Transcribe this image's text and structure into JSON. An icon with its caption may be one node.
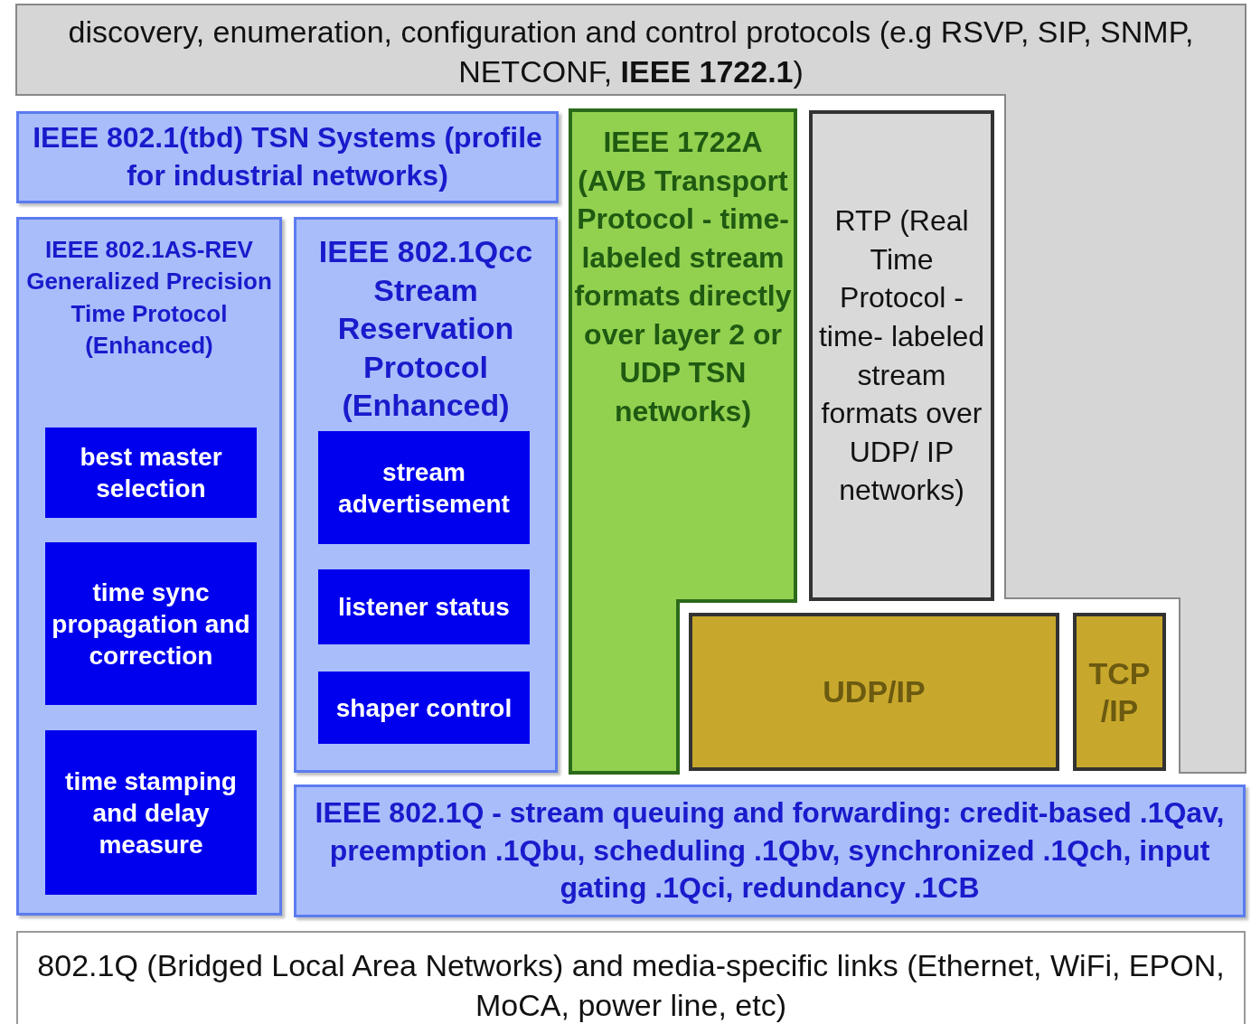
{
  "diagram": {
    "nodes": [
      {
        "text": [
          "discovery, enumeration, configuration and control protocols (e.g RSVP, SIP, SNMP, NETCONF, **IEEE 1722.1**)"
        ]
      },
      {
        "text": [
          "IEEE 802.1(tbd) TSN Systems (profile for industrial networks)"
        ]
      },
      {
        "text": [
          "IEEE 802.1AS-REV Generalized Precision Time Protocol (Enhanced)"
        ]
      },
      {
        "text": [
          "best master selection"
        ],
        "in": 2
      },
      {
        "text": [
          "time sync propagation and correction"
        ],
        "in": 2
      },
      {
        "text": [
          "time stamping and delay measure"
        ],
        "in": 2
      },
      {
        "text": [
          "IEEE 802.1Qcc Stream Reservation Protocol (Enhanced)"
        ]
      },
      {
        "text": [
          "stream advertisement"
        ],
        "in": 6
      },
      {
        "text": [
          "listener status"
        ],
        "in": 6
      },
      {
        "text": [
          "shaper control"
        ],
        "in": 6
      },
      {
        "text": [
          "IEEE 1722A (AVB Transport Protocol - time-labeled stream formats directly over layer 2 or UDP TSN networks)"
        ]
      },
      {
        "text": [
          "RTP (Real Time Protocol - time- labeled stream formats over UDP/ IP networks)"
        ]
      },
      {
        "text": [
          "UDP/IP"
        ]
      },
      {
        "text": [
          "TCP /IP"
        ]
      },
      {
        "text": [
          "IEEE 802.1Q - stream queuing and forwarding: credit-based .1Qav, preemption .1Qbu, scheduling .1Qbv, synchronized .1Qch, input gating .1Qci, redundancy .1CB"
        ]
      },
      {
        "text": [
          "802.1Q (Bridged Local Area Networks) and media-specific links (Ethernet, WiFi, EPON, MoCA, power line, etc)"
        ]
      }
    ]
  }
}
